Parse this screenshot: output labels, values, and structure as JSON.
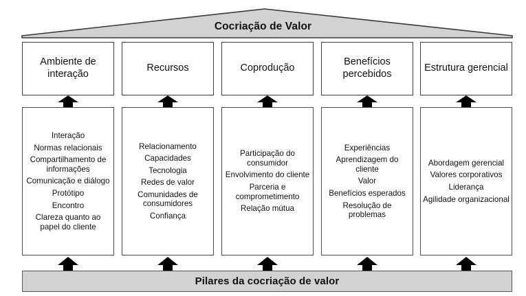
{
  "diagram": {
    "title": "Cocriação de Valor",
    "base_label": "Pilares da cocriação de valor",
    "colors": {
      "roof_fill": "#d2d2d2",
      "roof_stroke": "#3a3a3a",
      "base_fill": "#d2d2d2",
      "base_stroke": "#555555",
      "box_stroke": "#3a3a3a",
      "box_fill": "#ffffff",
      "arrow_fill": "#000000",
      "text": "#111111",
      "page_background": "#ffffff"
    },
    "columns": [
      {
        "header": "Ambiente de interação",
        "items": [
          "Interação",
          "Normas relacionais",
          "Compartilhamento de informações",
          "Comunicação e diálogo",
          "Protótipo",
          "Encontro",
          "Clareza quanto ao papel do cliente"
        ]
      },
      {
        "header": "Recursos",
        "items": [
          "Relacionamento",
          "Capacidades",
          "Tecnologia",
          "Redes de valor",
          "Comunidades de consumidores",
          "Confiança"
        ]
      },
      {
        "header": "Coprodução",
        "items": [
          "Participação do consumidor",
          "Envolvimento do cliente",
          "Parceria e comprometimento",
          "Relação mútua"
        ]
      },
      {
        "header": "Benefícios percebidos",
        "items": [
          "Experiências",
          "Aprendizagem do cliente",
          "Valor",
          "Benefícios esperados",
          "Resolução de problemas"
        ]
      },
      {
        "header": "Estrutura gerencial",
        "items": [
          "Abordagem gerencial",
          "Valores corporativos",
          "Liderança",
          "Agilidade organizacional"
        ]
      }
    ]
  }
}
